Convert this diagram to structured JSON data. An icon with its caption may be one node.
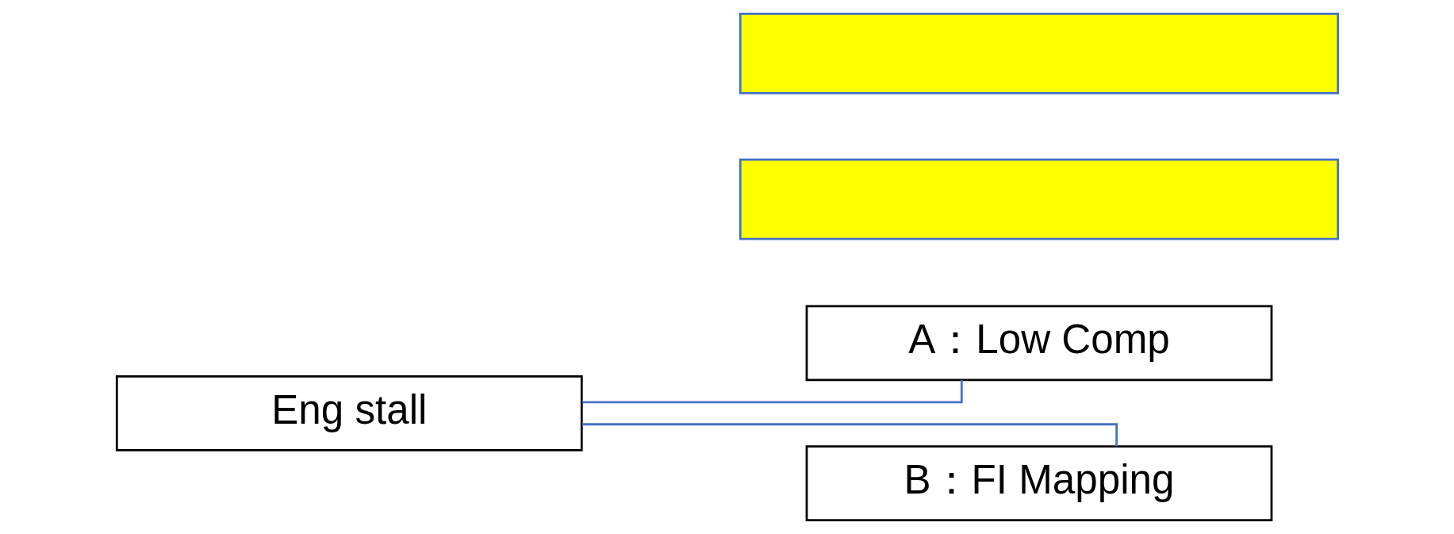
{
  "diagram": {
    "nodes": [
      {
        "text": [
          "Eng stall"
        ]
      },
      {
        "text": [
          "A：Low Comp"
        ]
      },
      {
        "text": [],
        "shape": "box"
      },
      {
        "text": [
          "B：FI Mapping"
        ]
      },
      {
        "text": [],
        "shape": "box"
      }
    ],
    "edges": [
      {
        "from": 0,
        "to": 1,
        "arrow": "none"
      },
      {
        "from": 0,
        "to": 3,
        "arrow": "none"
      }
    ]
  }
}
